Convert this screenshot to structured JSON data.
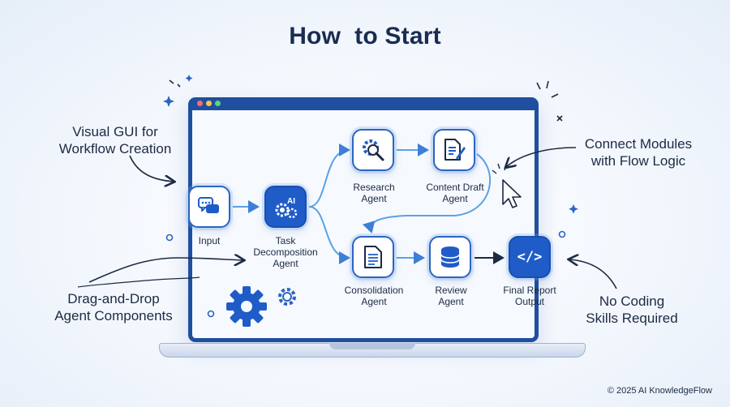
{
  "title": "How  to Start",
  "callouts": {
    "visual_gui": [
      "Visual GUI for",
      "Workflow Creation"
    ],
    "connect_modules": [
      "Connect Modules",
      "with Flow Logic"
    ],
    "drag_drop": [
      "Drag-and-Drop",
      "Agent Components"
    ],
    "no_coding": [
      "No Coding",
      "Skills Required"
    ]
  },
  "nodes": {
    "input": {
      "label": "Input",
      "icon": "chat-bubbles-icon"
    },
    "task_decomposition": {
      "label": [
        "Task",
        "Decomposition",
        "Agent"
      ],
      "icon": "ai-gears-icon",
      "badge": "AI"
    },
    "research": {
      "label": [
        "Research",
        "Agent"
      ],
      "icon": "gear-magnifier-icon"
    },
    "content_draft": {
      "label": [
        "Content Draft",
        "Agent"
      ],
      "icon": "document-pen-icon"
    },
    "consolidation": {
      "label": [
        "Consolidation",
        "Agent"
      ],
      "icon": "document-icon"
    },
    "review": {
      "label": [
        "Review",
        "Agent"
      ],
      "icon": "database-icon"
    },
    "final_report": {
      "label": [
        "Final Report",
        "Output"
      ],
      "icon": "code-icon",
      "code_glyph": "</>"
    }
  },
  "copyright": "© 2025 AI KnowledgeFlow",
  "colors": {
    "primary": "#1f5cc8",
    "link": "#5aa2e6",
    "frame": "#1f4f9e",
    "text": "#1c2a44"
  }
}
